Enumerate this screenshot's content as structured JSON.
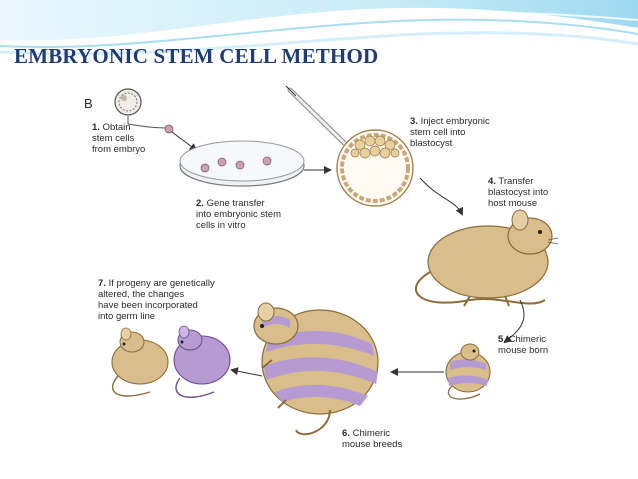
{
  "slide": {
    "title": "EMBRYONIC STEM CELL METHOD",
    "panel_letter": "B"
  },
  "steps": [
    {
      "number": "1.",
      "lines": [
        "Obtain",
        "stem cells",
        "from embryo"
      ]
    },
    {
      "number": "2.",
      "lines": [
        "Gene transfer",
        "into embryonic stem",
        "cells in vitro"
      ]
    },
    {
      "number": "3.",
      "lines": [
        "Inject embryonic",
        "stem cell into",
        "blastocyst"
      ]
    },
    {
      "number": "4.",
      "lines": [
        "Transfer",
        "blastocyst into",
        "host mouse"
      ]
    },
    {
      "number": "5.",
      "lines": [
        "Chimeric",
        "mouse born"
      ]
    },
    {
      "number": "6.",
      "lines": [
        "Chimeric",
        "mouse breeds"
      ]
    },
    {
      "number": "7.",
      "lines": [
        "If progeny are genetically",
        "altered, the changes",
        "have been incorporated",
        "into germ line"
      ]
    }
  ],
  "colors": {
    "title": "#1f3b73",
    "tan_mouse": "#d9bd8a",
    "purple_mouse": "#b69bd2",
    "cell": "#c9a0b4",
    "banner": "#bfe6f5"
  }
}
